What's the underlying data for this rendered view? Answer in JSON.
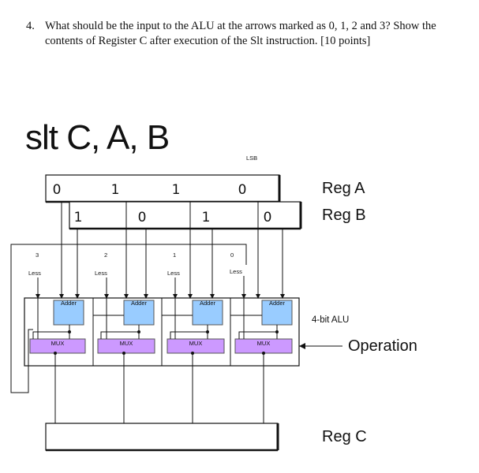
{
  "question": {
    "number": "4.",
    "text": "What should be the input to the ALU at the arrows marked as 0, 1, 2 and 3? Show the contents of Register C after execution of the Slt instruction.  [10 points]"
  },
  "instruction": "slt C, A, B",
  "lsb_label": "LSB",
  "reg_a": {
    "label": "Reg A",
    "bits": [
      "0",
      "1",
      "1",
      "0"
    ]
  },
  "reg_b": {
    "label": "Reg B",
    "bits": [
      "1",
      "0",
      "1",
      "0"
    ]
  },
  "reg_c": {
    "label": "Reg C"
  },
  "alu": {
    "label": "4-bit ALU",
    "operation_label": "Operation",
    "arrow_marks": [
      "3",
      "2",
      "1",
      "0"
    ],
    "less_label": "Less",
    "adder_label": "Adder",
    "mux_label": "MUX"
  },
  "colors": {
    "adder_fill": "#99ccff",
    "mux_fill": "#cc99ff"
  }
}
